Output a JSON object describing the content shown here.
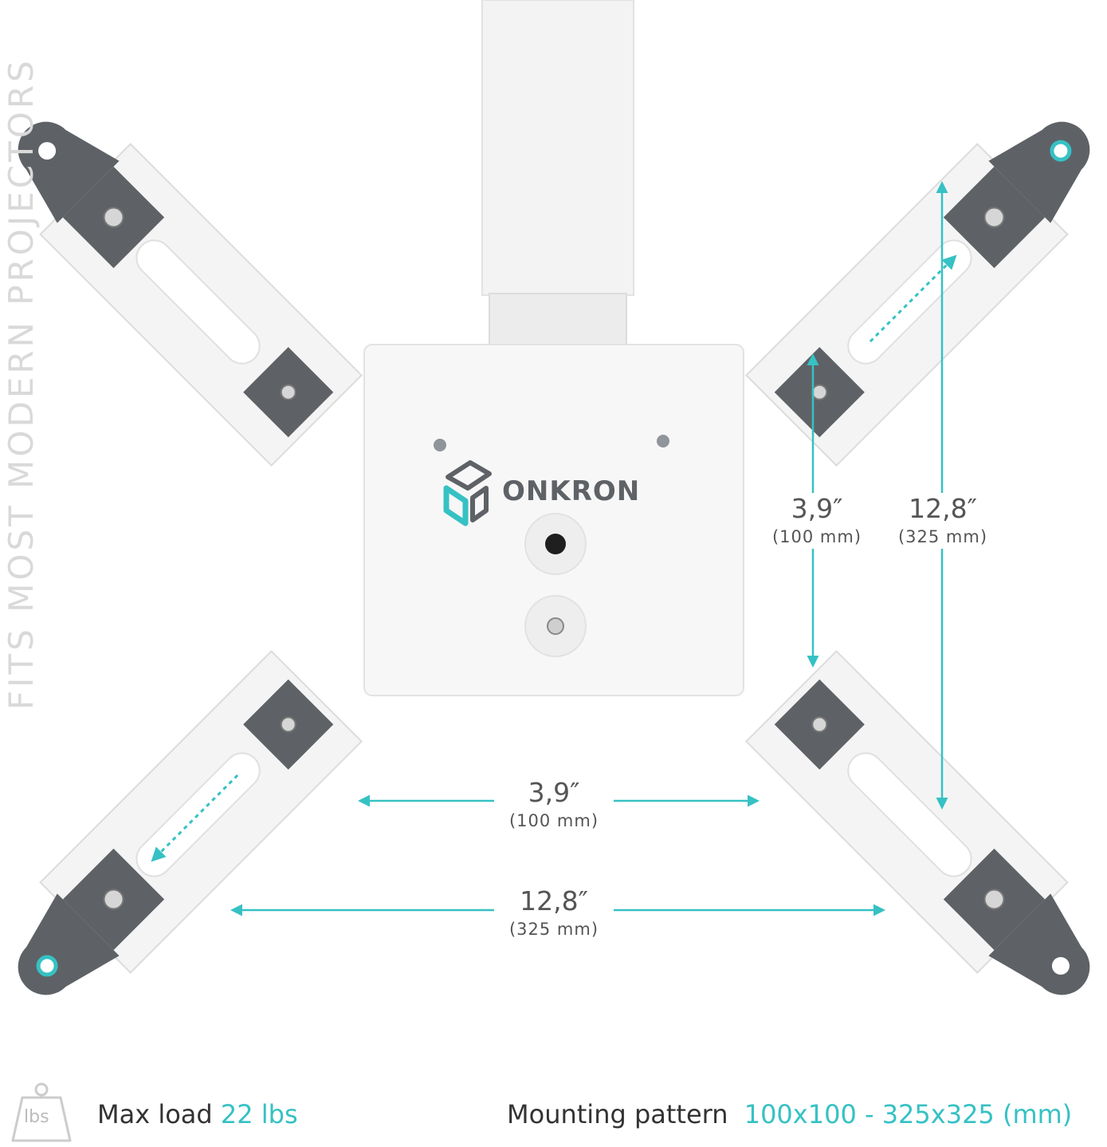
{
  "side_text": "FITS MOST MODERN PROJECTORS",
  "brand": {
    "logo_text": "ONKRON"
  },
  "dimensions": {
    "vertical_inner": {
      "inches": "3,9″",
      "mm": "(100 mm)"
    },
    "vertical_outer": {
      "inches": "12,8″",
      "mm": "(325 mm)"
    },
    "horizontal_inner": {
      "inches": "3,9″",
      "mm": "(100 mm)"
    },
    "horizontal_outer": {
      "inches": "12,8″",
      "mm": "(325 mm)"
    }
  },
  "footer": {
    "weight_icon_label": "lbs",
    "max_load_label": "Max load",
    "max_load_value": "22 lbs",
    "pattern_label": "Mounting pattern",
    "pattern_value": "100x100 - 325x325 (mm)"
  },
  "colors": {
    "accent": "#36c1c4",
    "bracket": "#f4f4f4",
    "pad": "#5e6266",
    "text": "#555555"
  },
  "icons": [
    "weight-icon",
    "onkron-logo-icon"
  ]
}
